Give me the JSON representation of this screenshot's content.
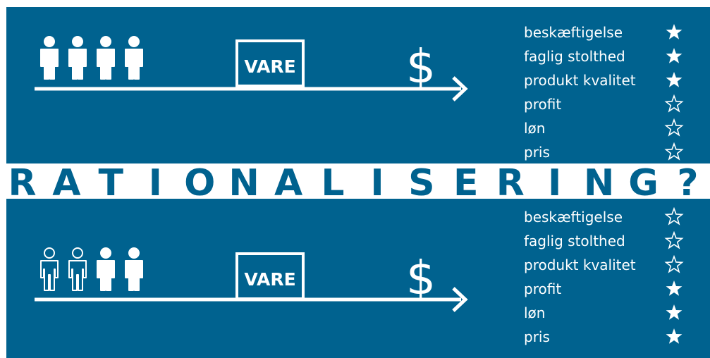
{
  "colors": {
    "panel": "#00628f",
    "ink": "#ffffff"
  },
  "banner": {
    "text": "RATIONALISERING?"
  },
  "top": {
    "box_label": "VARE",
    "currency": "$",
    "workers": [
      "filled",
      "filled",
      "filled",
      "filled"
    ],
    "criteria": [
      {
        "label": "beskæftigelse",
        "star": "filled-star"
      },
      {
        "label": "faglig stolthed",
        "star": "filled-star"
      },
      {
        "label": "produkt kvalitet",
        "star": "filled-star"
      },
      {
        "label": "profit",
        "star": "outline-star"
      },
      {
        "label": "løn",
        "star": "outline-star"
      },
      {
        "label": "pris",
        "star": "outline-star"
      }
    ]
  },
  "bottom": {
    "box_label": "VARE",
    "currency": "$",
    "workers": [
      "outline",
      "outline",
      "filled",
      "filled"
    ],
    "criteria": [
      {
        "label": "beskæftigelse",
        "star": "outline-star"
      },
      {
        "label": "faglig stolthed",
        "star": "outline-star"
      },
      {
        "label": "produkt kvalitet",
        "star": "outline-star"
      },
      {
        "label": "profit",
        "star": "filled-star"
      },
      {
        "label": "løn",
        "star": "filled-star"
      },
      {
        "label": "pris",
        "star": "filled-star"
      }
    ]
  }
}
